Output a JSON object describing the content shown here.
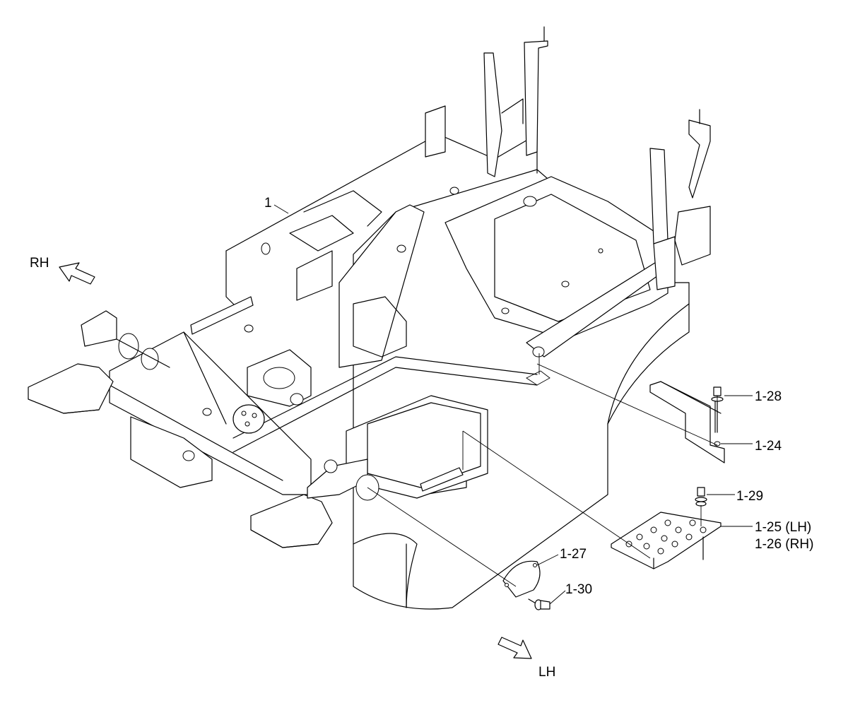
{
  "direction_labels": {
    "rh": "RH",
    "lh": "LH"
  },
  "part_labels": {
    "p1": "1",
    "p1_28": "1-28",
    "p1_24": "1-24",
    "p1_29": "1-29",
    "p1_25": "1-25 (LH)",
    "p1_26": "1-26 (RH)",
    "p1_27": "1-27",
    "p1_30": "1-30"
  }
}
